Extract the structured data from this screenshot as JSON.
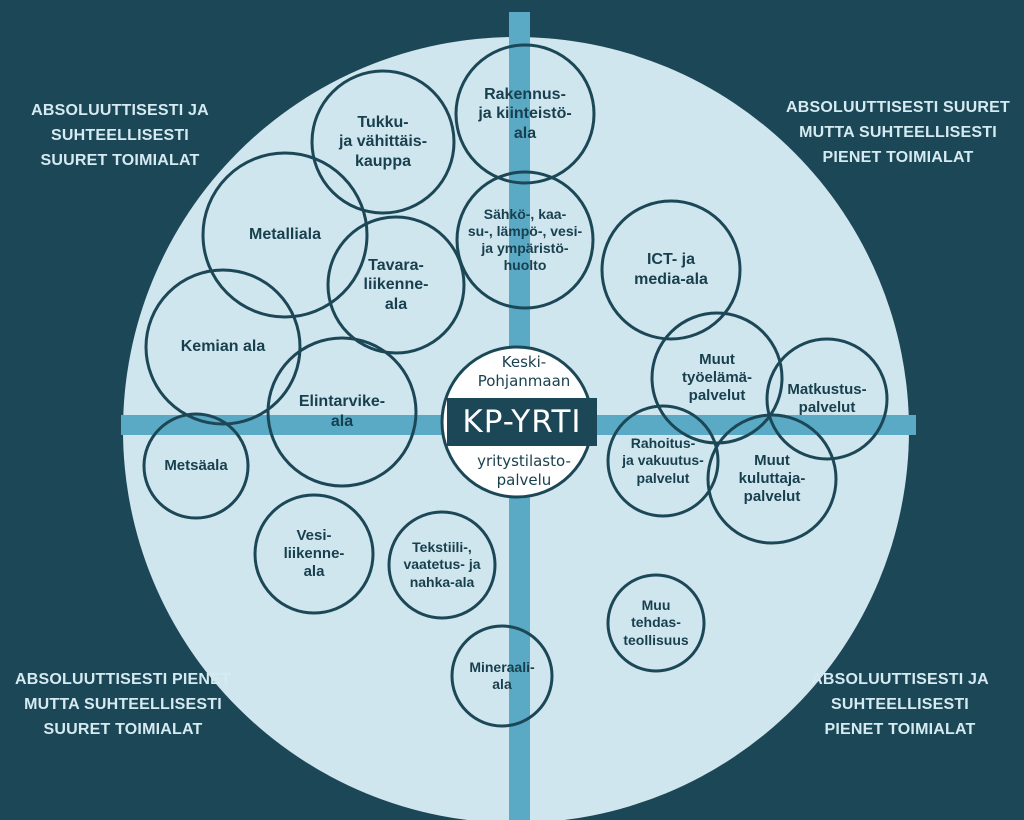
{
  "quadrants": {
    "top_left": [
      "ABSOLUUTTISESTI JA",
      "SUHTEELLISESTI",
      "SUURET TOIMIALAT"
    ],
    "top_right": [
      "ABSOLUUTTISESTI SUURET",
      "MUTTA SUHTEELLISESTI",
      "PIENET TOIMIALAT"
    ],
    "bottom_left": [
      "ABSOLUUTTISESTI PIENET",
      "MUTTA SUHTEELLISESTI",
      "SUURET TOIMIALAT"
    ],
    "bottom_right": [
      "ABSOLUUTTISESTI JA",
      "SUHTEELLISESTI",
      "PIENET TOIMIALAT"
    ]
  },
  "center": {
    "top": [
      "Keski-",
      "Pohjanmaan"
    ],
    "logo": "KP-YRTI",
    "bottom": [
      "yritystilasto-",
      "palvelu"
    ]
  },
  "industries": [
    {
      "id": "rakennus",
      "lines": [
        "Rakennus-",
        "ja kiinteistö-",
        "ala"
      ]
    },
    {
      "id": "tukku",
      "lines": [
        "Tukku-",
        "ja vähittäis-",
        "kauppa"
      ]
    },
    {
      "id": "sahko",
      "lines": [
        "Sähkö-, kaa-",
        "su-, lämpö-, vesi-",
        "ja ympäristö-",
        "huolto"
      ]
    },
    {
      "id": "metalli",
      "lines": [
        "Metalliala"
      ]
    },
    {
      "id": "tavara",
      "lines": [
        "Tavara-",
        "liikenne-",
        "ala"
      ]
    },
    {
      "id": "ict",
      "lines": [
        "ICT- ja",
        "media-ala"
      ]
    },
    {
      "id": "kemian",
      "lines": [
        "Kemian ala"
      ]
    },
    {
      "id": "elintarvike",
      "lines": [
        "Elintarvike-",
        "ala"
      ]
    },
    {
      "id": "muut-tyoelama",
      "lines": [
        "Muut",
        "työelämä-",
        "palvelut"
      ]
    },
    {
      "id": "matkustus",
      "lines": [
        "Matkustus-",
        "palvelut"
      ]
    },
    {
      "id": "metsa",
      "lines": [
        "Metsäala"
      ]
    },
    {
      "id": "rahoitus",
      "lines": [
        "Rahoitus-",
        "ja vakuutus-",
        "palvelut"
      ]
    },
    {
      "id": "kuluttaja",
      "lines": [
        "Muut",
        "kuluttaja-",
        "palvelut"
      ]
    },
    {
      "id": "vesi",
      "lines": [
        "Vesi-",
        "liikenne-",
        "ala"
      ]
    },
    {
      "id": "tekstiili",
      "lines": [
        "Tekstiili-,",
        "vaatetus- ja",
        "nahka-ala"
      ]
    },
    {
      "id": "muu-tehdas",
      "lines": [
        "Muu",
        "tehdas-",
        "teollisuus"
      ]
    },
    {
      "id": "mineraali",
      "lines": [
        "Mineraali-",
        "ala"
      ]
    }
  ],
  "colors": {
    "background": "#1c4756",
    "disc": "#cfe6ee",
    "axis": "#5aaac6",
    "circle_stroke": "#1c4756",
    "label_light": "#d5eaf1",
    "label_dark": "#183f4e"
  }
}
